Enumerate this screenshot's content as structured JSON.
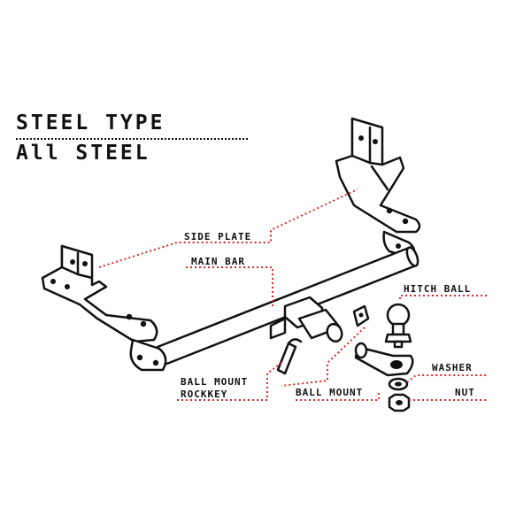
{
  "heading": {
    "line1": "STEEL TYPE",
    "line2": "All STEEL"
  },
  "colors": {
    "ink": "#111111",
    "leader": "#e0262a",
    "background": "#ffffff"
  },
  "labels": {
    "side_plate": "SIDE PLATE",
    "main_bar": "MAIN BAR",
    "hitch_ball": "HITCH BALL",
    "washer": "WASHER",
    "nut": "NUT",
    "ball_mount_rockkey_1": "BALL MOUNT",
    "ball_mount_rockkey_2": "ROCKKEY",
    "ball_mount": "BALL MOUNT"
  }
}
